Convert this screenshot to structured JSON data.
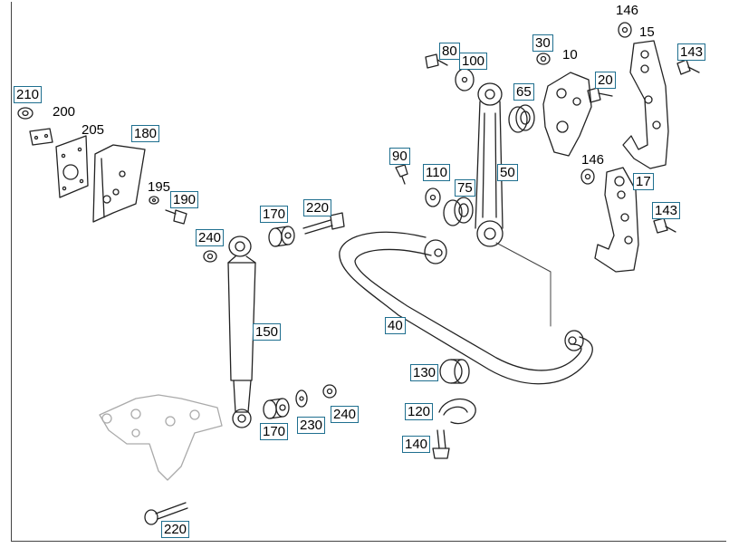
{
  "diagram": {
    "line_color": "#222222",
    "label_box_color": "#1f6f8f",
    "labels": [
      {
        "id": "p210",
        "text": "210",
        "boxed": true
      },
      {
        "id": "p200",
        "text": "200",
        "boxed": false
      },
      {
        "id": "p205",
        "text": "205",
        "boxed": false
      },
      {
        "id": "p180",
        "text": "180",
        "boxed": true
      },
      {
        "id": "p195",
        "text": "195",
        "boxed": false
      },
      {
        "id": "p190",
        "text": "190",
        "boxed": true
      },
      {
        "id": "p240a",
        "text": "240",
        "boxed": true
      },
      {
        "id": "p170a",
        "text": "170",
        "boxed": true
      },
      {
        "id": "p220a",
        "text": "220",
        "boxed": true
      },
      {
        "id": "p150",
        "text": "150",
        "boxed": true
      },
      {
        "id": "p170b",
        "text": "170",
        "boxed": true
      },
      {
        "id": "p230",
        "text": "230",
        "boxed": true
      },
      {
        "id": "p240b",
        "text": "240",
        "boxed": true
      },
      {
        "id": "p220b",
        "text": "220",
        "boxed": true
      },
      {
        "id": "p90",
        "text": "90",
        "boxed": true
      },
      {
        "id": "p110",
        "text": "110",
        "boxed": true
      },
      {
        "id": "p75",
        "text": "75",
        "boxed": true
      },
      {
        "id": "p80",
        "text": "80",
        "boxed": true
      },
      {
        "id": "p100",
        "text": "100",
        "boxed": true
      },
      {
        "id": "p65",
        "text": "65",
        "boxed": true
      },
      {
        "id": "p50",
        "text": "50",
        "boxed": true
      },
      {
        "id": "p30",
        "text": "30",
        "boxed": true
      },
      {
        "id": "p10",
        "text": "10",
        "boxed": false
      },
      {
        "id": "p20",
        "text": "20",
        "boxed": true
      },
      {
        "id": "p146a",
        "text": "146",
        "boxed": false
      },
      {
        "id": "p15",
        "text": "15",
        "boxed": false
      },
      {
        "id": "p143a",
        "text": "143",
        "boxed": true
      },
      {
        "id": "p146b",
        "text": "146",
        "boxed": false
      },
      {
        "id": "p17",
        "text": "17",
        "boxed": true
      },
      {
        "id": "p143b",
        "text": "143",
        "boxed": true
      },
      {
        "id": "p40",
        "text": "40",
        "boxed": true
      },
      {
        "id": "p130",
        "text": "130",
        "boxed": true
      },
      {
        "id": "p120",
        "text": "120",
        "boxed": true
      },
      {
        "id": "p140",
        "text": "140",
        "boxed": true
      }
    ]
  }
}
